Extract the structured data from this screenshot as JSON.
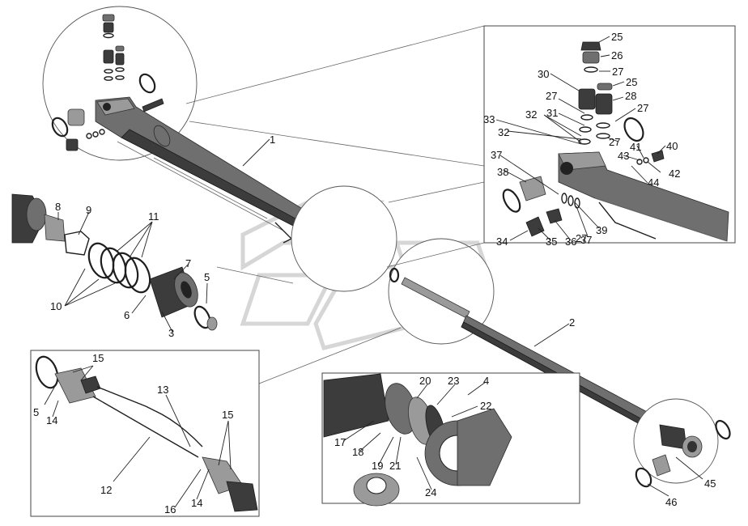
{
  "diagram": {
    "callouts": [
      {
        "id": "1",
        "text": "1"
      },
      {
        "id": "2",
        "text": "2"
      },
      {
        "id": "3",
        "text": "3"
      },
      {
        "id": "4",
        "text": "4"
      },
      {
        "id": "5a",
        "text": "5"
      },
      {
        "id": "5b",
        "text": "5"
      },
      {
        "id": "6",
        "text": "6"
      },
      {
        "id": "7",
        "text": "7"
      },
      {
        "id": "8",
        "text": "8"
      },
      {
        "id": "9",
        "text": "9"
      },
      {
        "id": "10",
        "text": "10"
      },
      {
        "id": "11",
        "text": "11"
      },
      {
        "id": "12",
        "text": "12"
      },
      {
        "id": "13",
        "text": "13"
      },
      {
        "id": "14a",
        "text": "14"
      },
      {
        "id": "14b",
        "text": "14"
      },
      {
        "id": "15a",
        "text": "15"
      },
      {
        "id": "15b",
        "text": "15"
      },
      {
        "id": "16",
        "text": "16"
      },
      {
        "id": "17",
        "text": "17"
      },
      {
        "id": "18",
        "text": "18"
      },
      {
        "id": "19",
        "text": "19"
      },
      {
        "id": "20",
        "text": "20"
      },
      {
        "id": "21",
        "text": "21"
      },
      {
        "id": "22",
        "text": "22"
      },
      {
        "id": "23",
        "text": "23"
      },
      {
        "id": "24",
        "text": "24"
      },
      {
        "id": "25a",
        "text": "25"
      },
      {
        "id": "25b",
        "text": "25"
      },
      {
        "id": "26",
        "text": "26"
      },
      {
        "id": "27a",
        "text": "27"
      },
      {
        "id": "27b",
        "text": "27"
      },
      {
        "id": "27c",
        "text": "27"
      },
      {
        "id": "27d",
        "text": "27"
      },
      {
        "id": "27e",
        "text": "27"
      },
      {
        "id": "28",
        "text": "28"
      },
      {
        "id": "30",
        "text": "30"
      },
      {
        "id": "31",
        "text": "31"
      },
      {
        "id": "32a",
        "text": "32"
      },
      {
        "id": "32b",
        "text": "32"
      },
      {
        "id": "33",
        "text": "33"
      },
      {
        "id": "34",
        "text": "34"
      },
      {
        "id": "35",
        "text": "35"
      },
      {
        "id": "36",
        "text": "36"
      },
      {
        "id": "37a",
        "text": "37"
      },
      {
        "id": "37b",
        "text": "37"
      },
      {
        "id": "38",
        "text": "38"
      },
      {
        "id": "39",
        "text": "39"
      },
      {
        "id": "40",
        "text": "40"
      },
      {
        "id": "41",
        "text": "41"
      },
      {
        "id": "42",
        "text": "42"
      },
      {
        "id": "43",
        "text": "43"
      },
      {
        "id": "44",
        "text": "44"
      },
      {
        "id": "45",
        "text": "45"
      },
      {
        "id": "46",
        "text": "46"
      }
    ]
  }
}
